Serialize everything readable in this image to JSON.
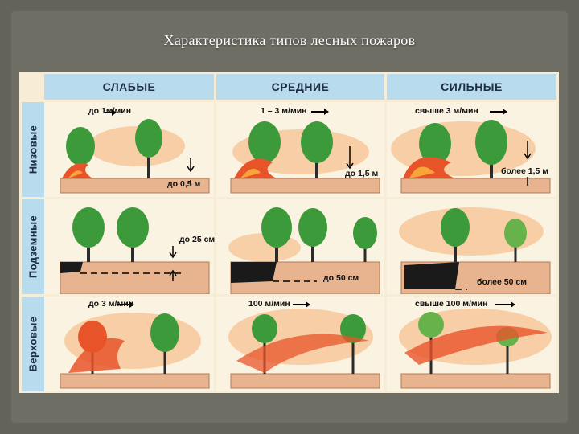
{
  "title": "Характеристика типов лесных пожаров",
  "columns": [
    "СЛАБЫЕ",
    "СРЕДНИЕ",
    "СИЛЬНЫЕ"
  ],
  "rows": [
    "Низовые",
    "Подземные",
    "Верховые"
  ],
  "cells": {
    "r0c0": {
      "speed": "до 1м/мин",
      "height": "до 0,5 м"
    },
    "r0c1": {
      "speed": "1 – 3 м/мин",
      "height": "до 1,5 м"
    },
    "r0c2": {
      "speed": "свыше 3 м/мин",
      "height": "более 1,5 м"
    },
    "r1c0": {
      "depth": "до 25 см"
    },
    "r1c1": {
      "depth": "до 50 см"
    },
    "r1c2": {
      "depth": "более 50 см"
    },
    "r2c0": {
      "speed": "до 3 м/мин"
    },
    "r2c1": {
      "speed": "100 м/мин"
    },
    "r2c2": {
      "speed": "свыше 100 м/мин"
    }
  },
  "colors": {
    "header_bg": "#b8dbee",
    "ground": "#e7b48f",
    "tree": "#3d9a3a",
    "fire": "#e8542a",
    "smoke": "#f5c89a"
  }
}
